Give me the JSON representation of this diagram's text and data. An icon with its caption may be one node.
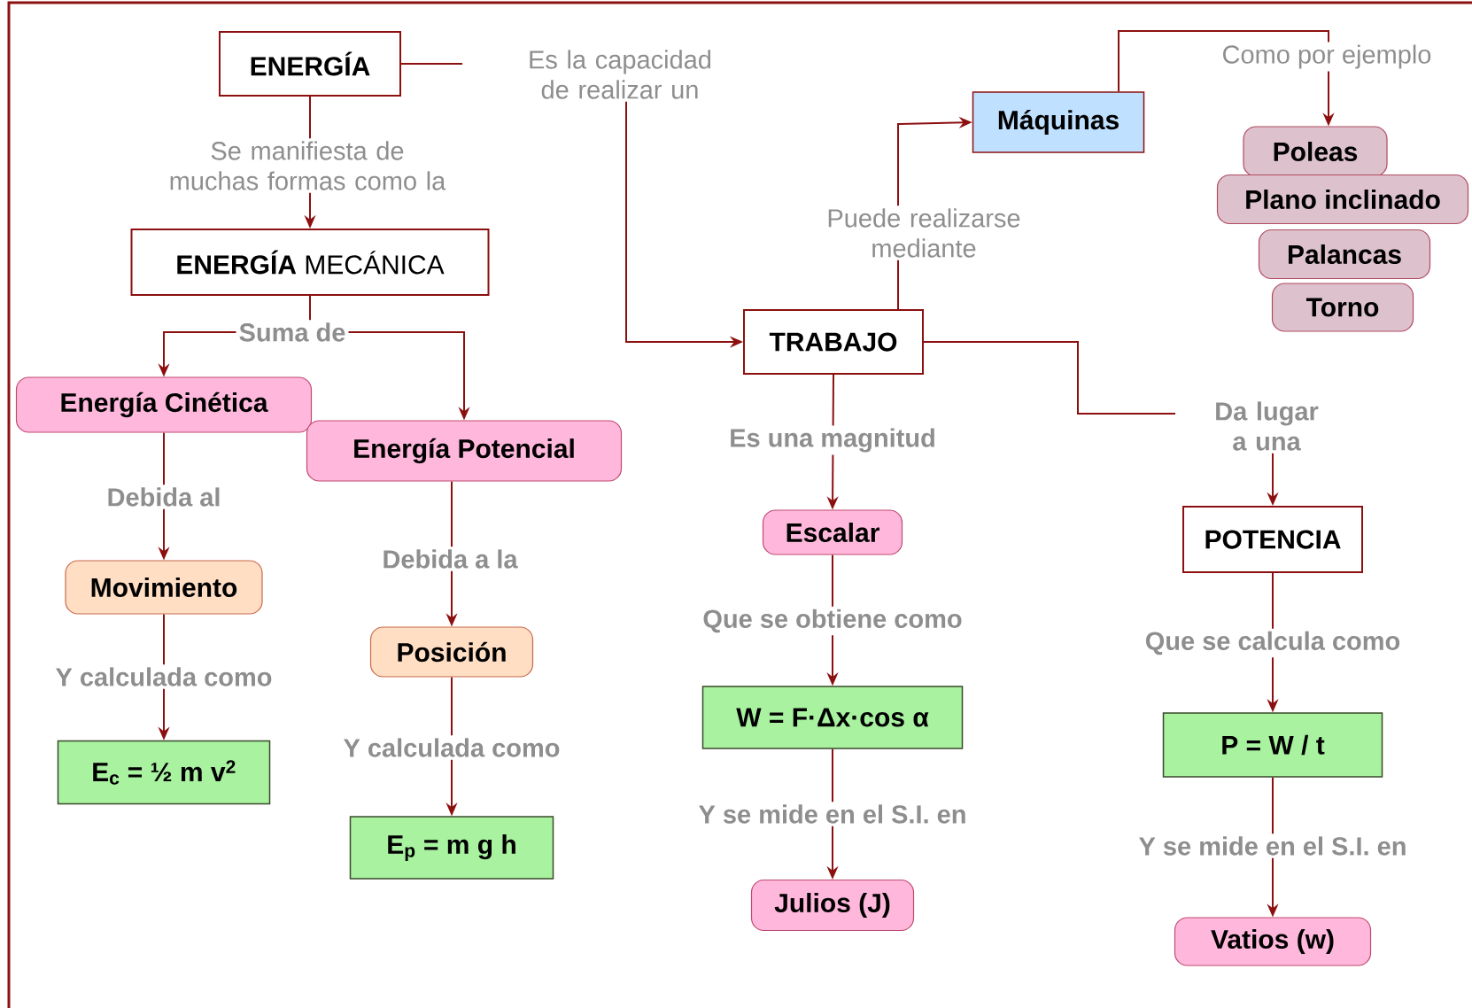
{
  "diagram": {
    "nodes": [
      {
        "text": [
          "ENERGÍA"
        ]
      },
      {
        "text": [
          "**ENERGÍA** MECÁNICA"
        ]
      },
      {
        "text": [
          "Energía Cinética"
        ]
      },
      {
        "text": [
          "Energía Potencial"
        ]
      },
      {
        "text": [
          "Movimiento"
        ]
      },
      {
        "text": [
          "Posición"
        ]
      },
      {
        "text": [
          "E$_{c}$ = ½ m v$^{2}$"
        ]
      },
      {
        "text": [
          "E$_{p}$ = m g h"
        ]
      },
      {
        "text": [
          "TRABAJO"
        ]
      },
      {
        "text": [
          "Máquinas"
        ]
      },
      {
        "text": [
          "Escalar"
        ]
      },
      {
        "text": [
          "W = F·Δx·cos α"
        ]
      },
      {
        "text": [
          "Julios (J)"
        ]
      },
      {
        "text": [
          "POTENCIA"
        ]
      },
      {
        "text": [
          "P = W / t"
        ]
      },
      {
        "text": [
          "Vatios (w)"
        ]
      },
      {
        "text": [
          "Poleas"
        ]
      },
      {
        "text": [
          "Plano inclinado"
        ]
      },
      {
        "text": [
          "Palancas"
        ]
      },
      {
        "text": [
          "Torno"
        ]
      }
    ],
    "edges": [
      {
        "from": 0,
        "to": 1,
        "arrow": "to",
        "label": "Se manifiesta de muchas formas como la"
      },
      {
        "from": 0,
        "to": 8,
        "arrow": "to",
        "label": "Es la capacidad de realizar un"
      },
      {
        "from": 1,
        "to": 2,
        "arrow": "to",
        "label": "Suma de"
      },
      {
        "from": 1,
        "to": 3,
        "arrow": "to"
      },
      {
        "from": 2,
        "to": 4,
        "arrow": "to",
        "label": "Debida al"
      },
      {
        "from": 4,
        "to": 6,
        "arrow": "to",
        "label": "Y calculada como"
      },
      {
        "from": 3,
        "to": 5,
        "arrow": "to",
        "label": "Debida a la"
      },
      {
        "from": 5,
        "to": 7,
        "arrow": "to",
        "label": "Y calculada como"
      },
      {
        "from": 8,
        "to": 9,
        "arrow": "to",
        "label": "Puede realizarse mediante"
      },
      {
        "from": 9,
        "to": 16,
        "arrow": "to",
        "label": "Como por ejemplo"
      },
      {
        "from": 8,
        "to": 10,
        "arrow": "to",
        "label": "Es una magnitud"
      },
      {
        "from": 10,
        "to": 11,
        "arrow": "to",
        "label": "Que se obtiene como"
      },
      {
        "from": 11,
        "to": 12,
        "arrow": "to",
        "label": "Y se mide en el S.I. en"
      },
      {
        "from": 8,
        "to": 13,
        "arrow": "to",
        "label": "Da lugar a una"
      },
      {
        "from": 13,
        "to": 14,
        "arrow": "to",
        "label": "Que se calcula como"
      },
      {
        "from": 14,
        "to": 15,
        "arrow": "to",
        "label": "Y se mide en el S.I. en"
      }
    ]
  }
}
